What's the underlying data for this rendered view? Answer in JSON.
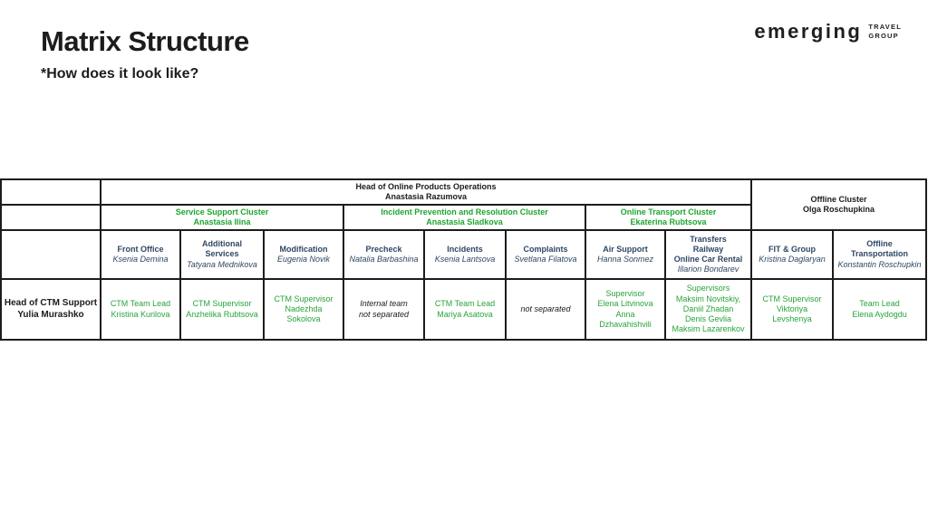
{
  "slide": {
    "title": "Matrix Structure",
    "subtitle": "*How does it look like?",
    "logo": {
      "brand": "emerging",
      "sub": "TRAVEL\nGROUP"
    }
  },
  "colors": {
    "green": "#1ea52f",
    "navy": "#2f4763",
    "black": "#1b1b1b",
    "light_border": "#c9c9c9"
  },
  "table": {
    "top_header": {
      "title": "Head of Online Products Operations",
      "name": "Anastasia Razumova"
    },
    "offline_cluster": {
      "title": "Offline Cluster",
      "name": "Olga Roschupkina"
    },
    "clusters": [
      {
        "title": "Service Support Cluster",
        "name": "Anastasia Ilina"
      },
      {
        "title": "Incident Prevention and Resolution Cluster",
        "name": "Anastasia Sladkova"
      },
      {
        "title": "Online Transport Cluster",
        "name": "Ekaterina Rubtsova"
      }
    ],
    "departments": [
      {
        "title": "Front Office",
        "name": "Ksenia Demina"
      },
      {
        "title": "Additional\nServices",
        "name": "Tatyana Mednikova"
      },
      {
        "title": "Modification",
        "name": "Eugenia Novik"
      },
      {
        "title": "Precheck",
        "name": "Natalia Barbashina"
      },
      {
        "title": "Incidents",
        "name": "Ksenia Lantsova"
      },
      {
        "title": "Complaints",
        "name": "Svetlana Filatova"
      },
      {
        "title": "Air Support",
        "name": "Hanna Sonmez"
      },
      {
        "title": "Transfers\nRailway\nOnline Car Rental",
        "name": "Illarion Bondarev"
      },
      {
        "title": "FIT & Group",
        "name": "Kristina Daglaryan"
      },
      {
        "title": "Offline\nTransportation",
        "name": "Konstantin Roschupkin"
      }
    ],
    "row_header": {
      "text": "Head of CTM Support\nYulia Murashko"
    },
    "ctm_row": [
      {
        "text": "CTM Team Lead\nKristina Kurilova"
      },
      {
        "text": "CTM Supervisor\nAnzhelika Rubtsova"
      },
      {
        "text": "CTM Supervisor\nNadezhda\nSokolova"
      },
      {
        "text": "Internal team\nnot separated"
      },
      {
        "text": "CTM Team Lead\nMariya Asatova"
      },
      {
        "text": "not separated"
      },
      {
        "text": "Supervisor\nElena Litvinova\nAnna\nDzhavahishvili"
      },
      {
        "text": "Supervisors\nMaksim Novitskiy,\nDaniil Zhadan\nDenis Gevlia\nMaksim Lazarenkov"
      },
      {
        "text": "CTM Supervisor\nViktoriya\nLevshenya"
      },
      {
        "text": "Team Lead\nElena Aydogdu"
      }
    ]
  }
}
